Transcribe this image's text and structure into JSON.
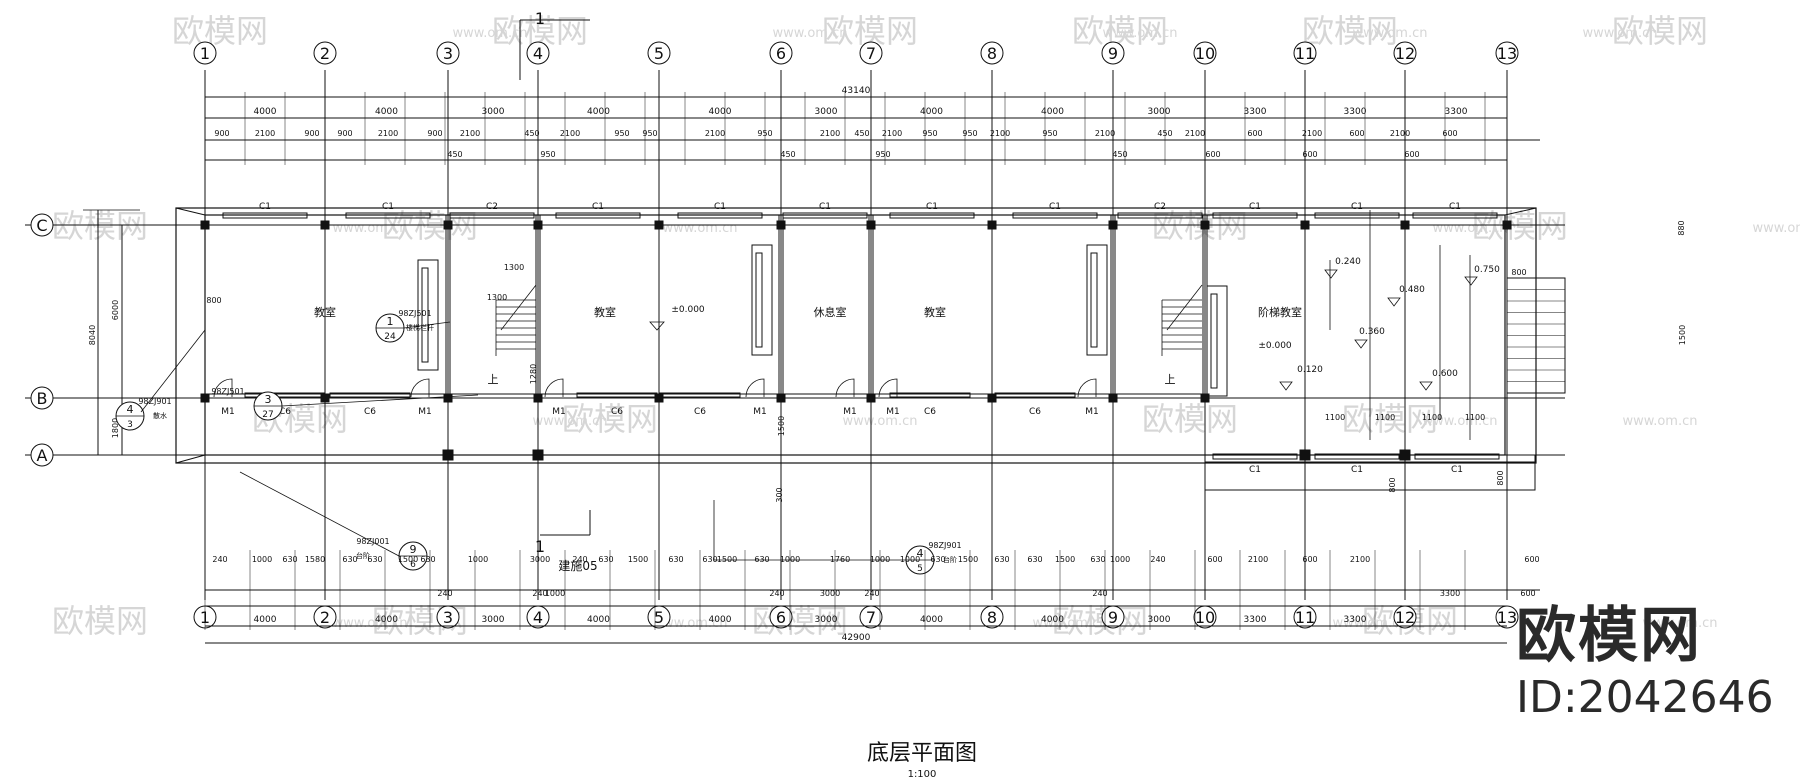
{
  "drawing": {
    "title": "底层平面图",
    "scale": "1:100",
    "overall_top": "43140",
    "overall_bottom": "42900",
    "axis_numbers": [
      "1",
      "2",
      "3",
      "4",
      "5",
      "6",
      "7",
      "8",
      "9",
      "10",
      "11",
      "12",
      "13"
    ],
    "axis_letters": [
      "C",
      "B",
      "A"
    ],
    "section_mark": "1",
    "section_note": "建施05",
    "top_dims_row1": [
      "4000",
      "4000",
      "3000",
      "4000",
      "4000",
      "3000",
      "4000",
      "4000",
      "3000",
      "3300",
      "3300",
      "3300"
    ],
    "top_dims_row2": [
      "900",
      "2100",
      "900",
      "900",
      "2100",
      "900",
      "2100",
      "450",
      "2100",
      "950",
      "950",
      "2100",
      "950",
      "2100",
      "450",
      "2100",
      "950",
      "950",
      "2100",
      "950",
      "2100",
      "450",
      "2100",
      "600",
      "2100",
      "600",
      "2100",
      "600"
    ],
    "top_dims_row3": [
      "450",
      "950",
      "450",
      "950",
      "450",
      "600",
      "600",
      "600"
    ],
    "bottom_dims_row1": [
      "240",
      "1000",
      "630",
      "1580",
      "630",
      "630",
      "1500",
      "630",
      "1000",
      "3000",
      "240",
      "630",
      "1500",
      "630",
      "630",
      "1500",
      "630",
      "1000",
      "1760",
      "1000",
      "1000",
      "630",
      "1500",
      "630",
      "630",
      "1500",
      "630",
      "1000",
      "240",
      "600",
      "2100",
      "600",
      "2100",
      "600"
    ],
    "bottom_dims_row2": [
      "240",
      "1000",
      "240",
      "240",
      "3000",
      "240",
      "240",
      "3300",
      "600"
    ],
    "bottom_dims_row3": [
      "4000",
      "4000",
      "3000",
      "4000",
      "4000",
      "3000",
      "4000",
      "4000",
      "3000",
      "3300",
      "3300"
    ],
    "left_dims": [
      "8040",
      "6000",
      "1800",
      "800"
    ],
    "rooms": [
      "教室",
      "教室",
      "休息室",
      "教室",
      "阶梯教室"
    ],
    "windows_top": [
      "C1",
      "C1",
      "C2",
      "C1",
      "C1",
      "C1",
      "C1",
      "C1",
      "C2",
      "C1",
      "C1",
      "C1"
    ],
    "windows_corridor": [
      "C6",
      "C6",
      "C6",
      "C6",
      "C6",
      "C6"
    ],
    "doors": [
      "M1",
      "M1",
      "M1",
      "M1",
      "M1",
      "M1",
      "M1",
      "M1"
    ],
    "windows_bottom": [
      "C1",
      "C1",
      "C1"
    ],
    "elevations": [
      "±0.000",
      "±0.000",
      "0.240",
      "0.480",
      "0.750",
      "0.360",
      "0.120",
      "0.600"
    ],
    "misc_dims": [
      "1300",
      "1280",
      "1500",
      "300",
      "1500",
      "880",
      "800",
      "800",
      "1100",
      "1100",
      "1100",
      "1100",
      "800"
    ],
    "stair_up": [
      "上",
      "上"
    ],
    "details": [
      {
        "ref": "98ZJ501",
        "num": "1",
        "den": "24",
        "note": "楼梯栏杆"
      },
      {
        "ref": "98ZJ501",
        "num": "3",
        "den": "27",
        "note": ""
      },
      {
        "ref": "98ZJ901",
        "num": "4",
        "den": "3",
        "note": "散水"
      },
      {
        "ref": "98ZJ001",
        "num": "9",
        "den": "6",
        "note": "台阶"
      },
      {
        "ref": "98ZJ901",
        "num": "4",
        "den": "5",
        "note": "台阶"
      }
    ],
    "watermark_site": "www.om.cn",
    "watermark_name": "欧模网"
  },
  "brand": {
    "name": "欧模网",
    "id_label": "ID:2042646"
  }
}
